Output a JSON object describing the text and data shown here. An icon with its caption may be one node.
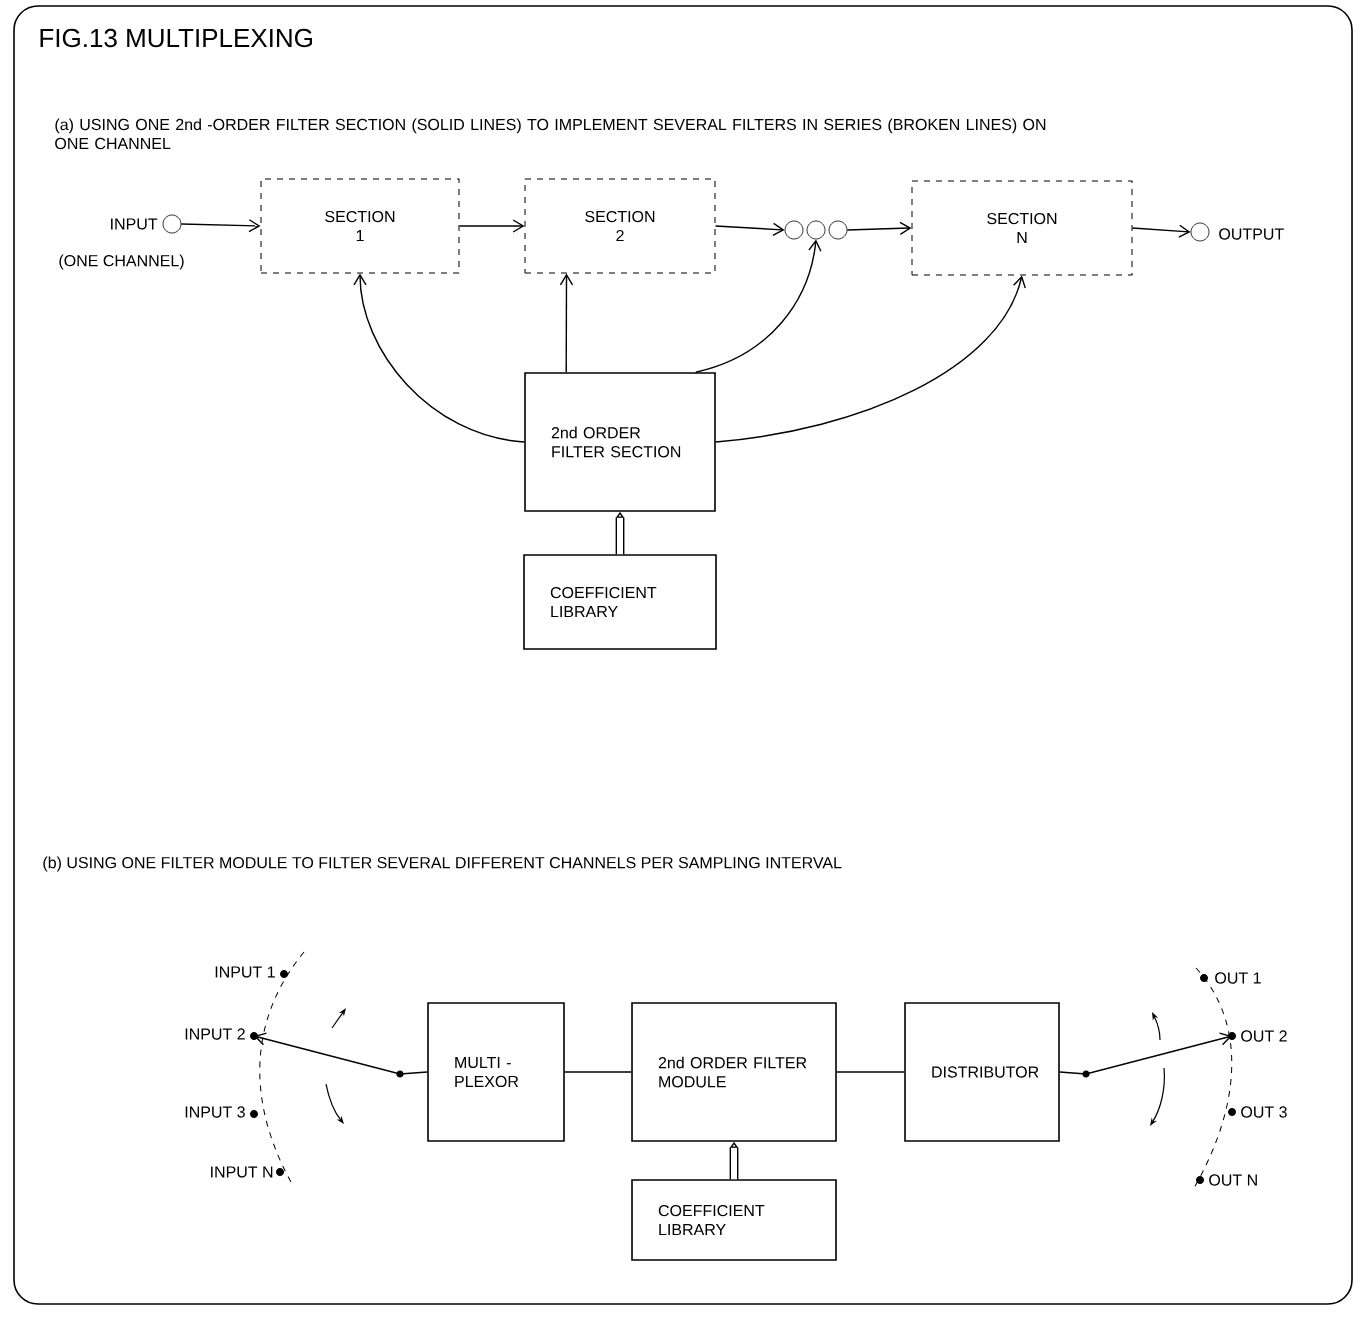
{
  "diagram": {
    "title": "FIG.13 MULTIPLEXING",
    "nodes": [
      {
        "text": [],
        "shape": "circle"
      },
      {
        "text": [
          "SECTION 1"
        ]
      },
      {
        "text": [
          "SECTION 2"
        ]
      },
      {
        "text": [],
        "shape": "circle"
      },
      {
        "text": [],
        "shape": "circle"
      },
      {
        "text": [],
        "shape": "circle"
      },
      {
        "text": [
          "SECTION N"
        ]
      },
      {
        "text": [],
        "shape": "circle"
      },
      {
        "text": [
          "2nd ORDER FILTER SECTION"
        ]
      },
      {
        "text": [
          "COEFFICIENT LIBRARY"
        ]
      },
      {
        "text": [
          "INPUT 1"
        ]
      },
      {
        "text": [
          "INPUT 2"
        ]
      },
      {
        "text": [
          "INPUT 3"
        ]
      },
      {
        "text": [
          "INPUT N"
        ]
      },
      {
        "text": [
          "MULTI - PLEXOR"
        ]
      },
      {
        "text": [
          "2nd ORDER FILTER MODULE"
        ]
      },
      {
        "text": [
          "COEFFICIENT LIBRARY"
        ]
      },
      {
        "text": [
          "DISTRIBUTOR"
        ]
      },
      {
        "text": [
          "OUT 1"
        ]
      },
      {
        "text": [
          "OUT 2"
        ]
      },
      {
        "text": [
          "OUT 3"
        ]
      },
      {
        "text": [
          "OUT N"
        ]
      }
    ],
    "edges": [
      {
        "from": 0,
        "to": 1,
        "arrow": "to"
      },
      {
        "from": 1,
        "to": 2,
        "arrow": "to"
      },
      {
        "from": 2,
        "to": 3,
        "arrow": "to"
      },
      {
        "from": 5,
        "to": 6,
        "arrow": "to"
      },
      {
        "from": 6,
        "to": 7,
        "arrow": "to"
      },
      {
        "from": 8,
        "to": 1,
        "arrow": "to"
      },
      {
        "from": 8,
        "to": 2,
        "arrow": "to"
      },
      {
        "from": 8,
        "to": 4,
        "arrow": "to"
      },
      {
        "from": 8,
        "to": 6,
        "arrow": "to"
      },
      {
        "from": 9,
        "to": 8,
        "arrow": "to",
        "style": "thick"
      },
      {
        "from": 14,
        "to": 11,
        "arrow": "to"
      },
      {
        "from": 14,
        "to": 15,
        "arrow": "none"
      },
      {
        "from": 16,
        "to": 15,
        "arrow": "to",
        "style": "thick"
      },
      {
        "from": 15,
        "to": 17,
        "arrow": "none"
      },
      {
        "from": 17,
        "to": 19,
        "arrow": "to"
      }
    ],
    "labels": [
      "(a) USING ONE 2nd -ORDER FILTER SECTION (SOLID LINES) TO IMPLEMENT SEVERAL FILTERS IN SERIES (BROKEN LINES) ON ONE CHANNEL",
      "INPUT",
      "(ONE CHANNEL)",
      "OUTPUT",
      "(b) USING ONE FILTER MODULE TO FILTER SEVERAL DIFFERENT CHANNELS PER SAMPLING INTERVAL"
    ]
  }
}
